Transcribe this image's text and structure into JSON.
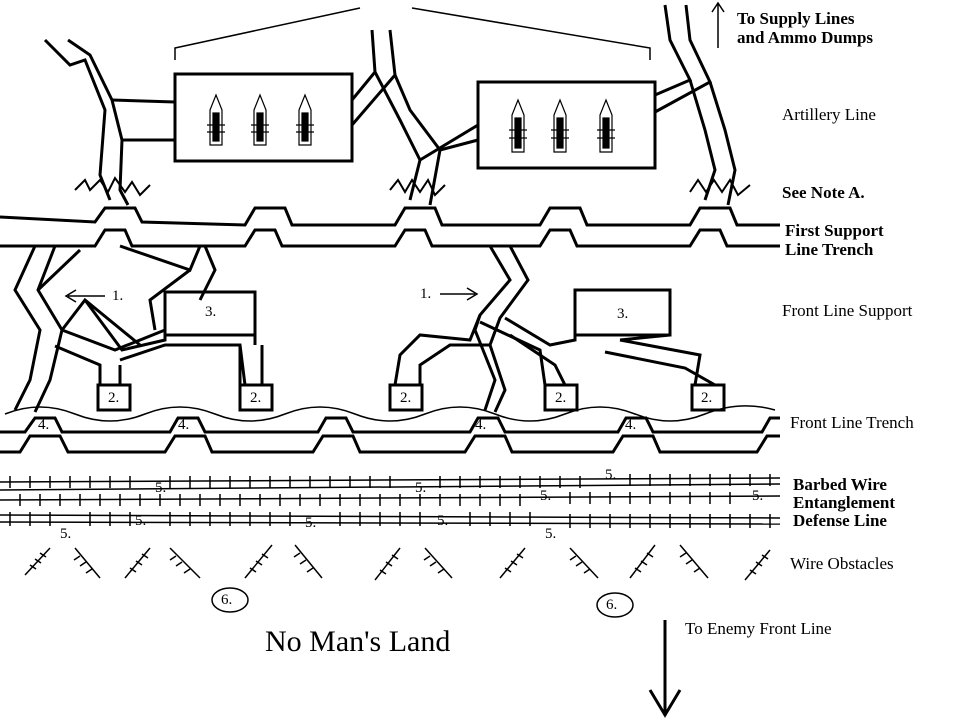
{
  "labels": {
    "supply_line1": "To Supply Lines",
    "supply_line2": "and Ammo Dumps",
    "artillery": "Artillery Line",
    "note_a": "See Note A.",
    "first_support1": "First Support",
    "first_support2": "Line Trench",
    "front_support": "Front Line Support",
    "front_trench": "Front Line Trench",
    "barbed1": "Barbed Wire",
    "barbed2": "Entanglement",
    "barbed3": "Defense Line",
    "wire_obstacles": "Wire Obstacles",
    "no_mans_land": "No Man's Land",
    "enemy_front": "To Enemy Front Line"
  },
  "markers": {
    "m1": "1.",
    "m2": "2.",
    "m3": "3.",
    "m4": "4.",
    "m5": "5.",
    "m6": "6."
  }
}
